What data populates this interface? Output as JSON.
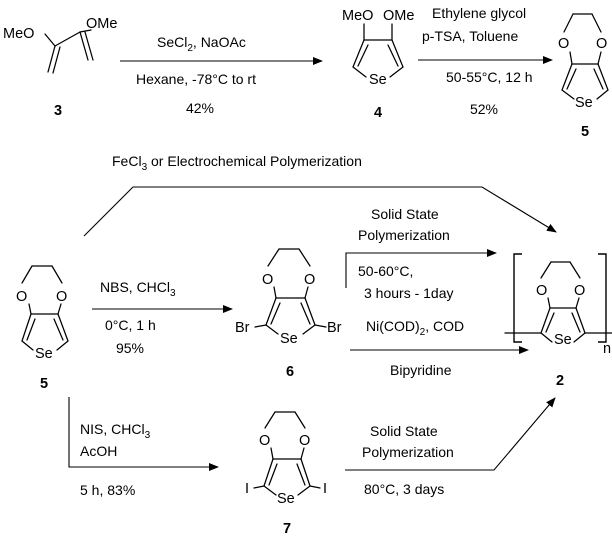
{
  "atoms": {
    "MeO": "MeO",
    "OMe": "OMe",
    "O": "O",
    "Se": "Se",
    "Br": "Br",
    "I": "I",
    "n": "n"
  },
  "compounds": {
    "c3": "3",
    "c4": "4",
    "c5": "5",
    "c6": "6",
    "c7": "7",
    "c2": "2"
  },
  "conditions": {
    "step1_reagents": "SeCl",
    "step1_reagents_sub": "2",
    "step1_reagents_rest": ", NaOAc",
    "step1_solvent": "Hexane, -78°C to rt",
    "step1_yield": "42%",
    "step2_line1": "Ethylene glycol",
    "step2_line2": "p-TSA,  Toluene",
    "step2_line3": "50-55°C, 12 h",
    "step2_yield": "52%",
    "top_route": "FeCl",
    "top_route_sub": "3",
    "top_route_rest": " or Electrochemical Polymerization",
    "nbs_line1": "NBS, CHCl",
    "nbs_line1_sub": "3",
    "nbs_line2": "0°C, 1 h",
    "nbs_yield": "95%",
    "ssp1_line1": "Solid State",
    "ssp1_line2": "Polymerization",
    "ssp1_line3": "50-60°C,",
    "ssp1_line4": "3 hours - 1day",
    "ni_line1": "Ni(COD)",
    "ni_line1_sub": "2",
    "ni_line1_rest": ", COD",
    "ni_line2": "Bipyridine",
    "nis_line1": "NIS, CHCl",
    "nis_line1_sub": "3",
    "nis_line2": "AcOH",
    "nis_line3": "5 h, 83%",
    "ssp2_line1": "Solid State",
    "ssp2_line2": "Polymerization",
    "ssp2_line3": "80°C, 3 days"
  }
}
